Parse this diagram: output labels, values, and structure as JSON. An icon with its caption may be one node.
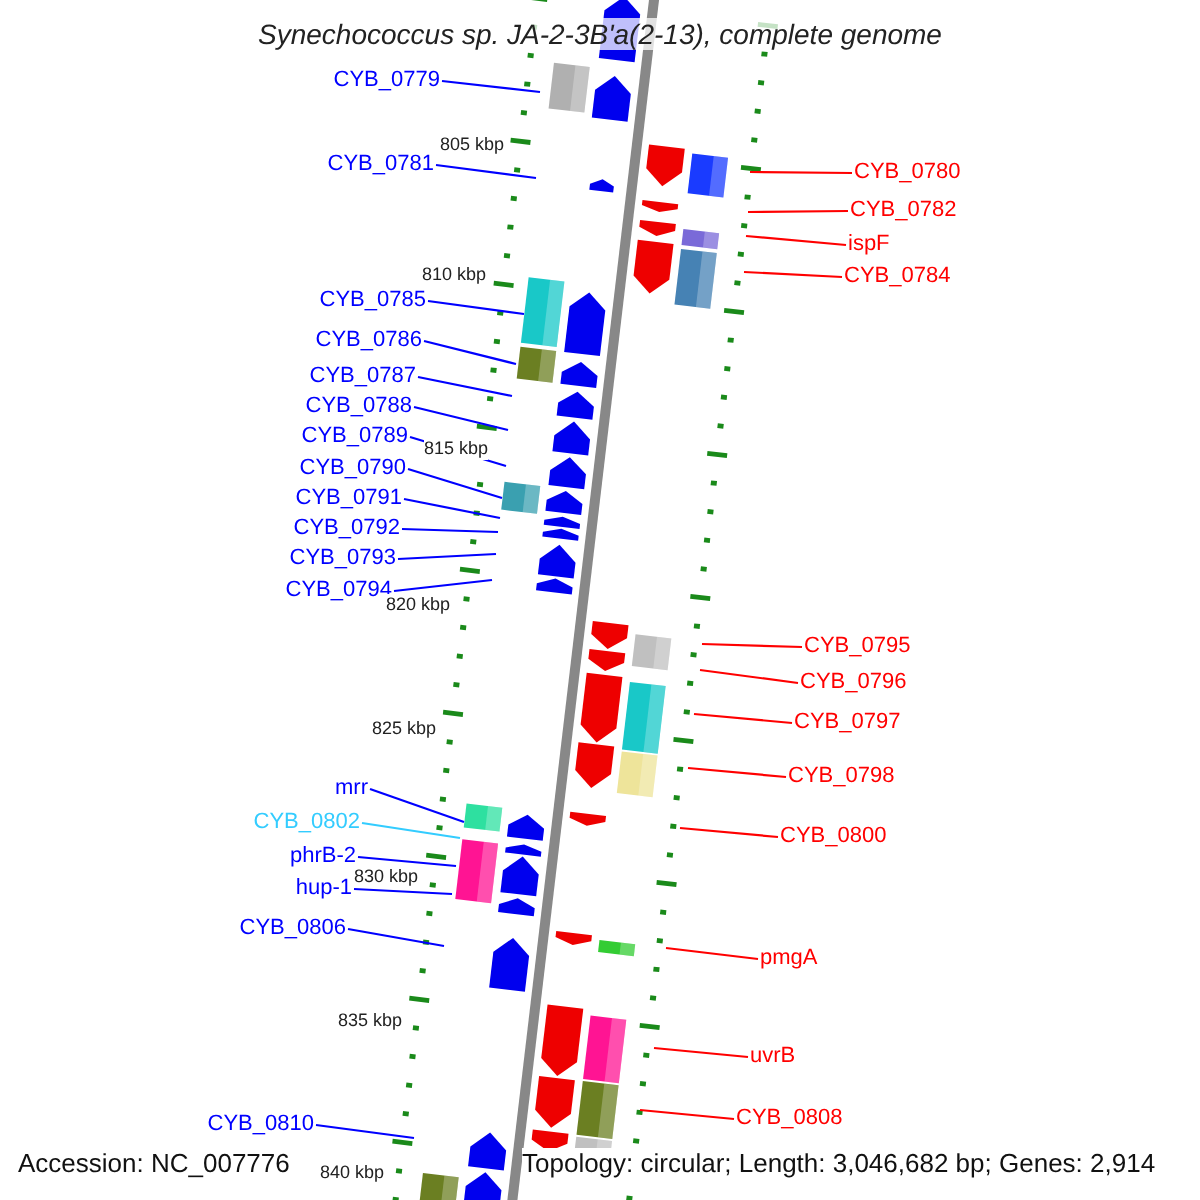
{
  "diagram": {
    "title": "Synechococcus sp. JA-2-3B'a(2-13), complete genome",
    "nodes": [
      {
        "text": [
          "CYB_0779"
        ]
      },
      {
        "text": [
          "CYB_0781"
        ]
      },
      {
        "text": [
          "CYB_0780"
        ]
      },
      {
        "text": [
          "CYB_0782"
        ]
      },
      {
        "text": [
          "ispF"
        ]
      },
      {
        "text": [
          "CYB_0784"
        ]
      },
      {
        "text": [
          "CYB_0785"
        ]
      },
      {
        "text": [
          "CYB_0786"
        ]
      },
      {
        "text": [
          "CYB_0787"
        ]
      },
      {
        "text": [
          "CYB_0788"
        ]
      },
      {
        "text": [
          "CYB_0789"
        ]
      },
      {
        "text": [
          "CYB_0790"
        ]
      },
      {
        "text": [
          "CYB_0791"
        ]
      },
      {
        "text": [
          "CYB_0792"
        ]
      },
      {
        "text": [
          "CYB_0793"
        ]
      },
      {
        "text": [
          "CYB_0794"
        ]
      },
      {
        "text": [
          "CYB_0795"
        ]
      },
      {
        "text": [
          "CYB_0796"
        ]
      },
      {
        "text": [
          "CYB_0797"
        ]
      },
      {
        "text": [
          "CYB_0798"
        ]
      },
      {
        "text": [
          "mrr"
        ]
      },
      {
        "text": [
          "CYB_0802"
        ]
      },
      {
        "text": [
          "CYB_0800"
        ]
      },
      {
        "text": [
          "phrB-2"
        ]
      },
      {
        "text": [
          "hup-1"
        ]
      },
      {
        "text": [
          "CYB_0806"
        ]
      },
      {
        "text": [
          "pmgA"
        ]
      },
      {
        "text": [
          "uvrB"
        ]
      },
      {
        "text": [
          "CYB_0808"
        ]
      },
      {
        "text": [
          "CYB_0810"
        ]
      }
    ],
    "edges": [
      {
        "from": 0,
        "to": null,
        "arrow": "none"
      },
      {
        "from": 1,
        "to": null,
        "arrow": "none"
      },
      {
        "from": 2,
        "to": null,
        "arrow": "none",
        "color": "#ff0000"
      },
      {
        "from": 3,
        "to": null,
        "arrow": "none",
        "color": "#ff0000"
      },
      {
        "from": 4,
        "to": null,
        "arrow": "none",
        "color": "#ff0000"
      },
      {
        "from": 5,
        "to": null,
        "arrow": "none",
        "color": "#ff0000"
      },
      {
        "from": 6,
        "to": null,
        "arrow": "none"
      },
      {
        "from": 7,
        "to": null,
        "arrow": "none"
      },
      {
        "from": 8,
        "to": null,
        "arrow": "none"
      },
      {
        "from": 9,
        "to": null,
        "arrow": "none"
      },
      {
        "from": 10,
        "to": null,
        "arrow": "none"
      },
      {
        "from": 11,
        "to": null,
        "arrow": "none"
      },
      {
        "from": 12,
        "to": null,
        "arrow": "none"
      },
      {
        "from": 13,
        "to": null,
        "arrow": "none"
      },
      {
        "from": 14,
        "to": null,
        "arrow": "none"
      },
      {
        "from": 15,
        "to": null,
        "arrow": "none"
      },
      {
        "from": 16,
        "to": null,
        "arrow": "none",
        "color": "#ff0000"
      },
      {
        "from": 17,
        "to": null,
        "arrow": "none",
        "color": "#ff0000"
      },
      {
        "from": 18,
        "to": null,
        "arrow": "none",
        "color": "#ff0000"
      },
      {
        "from": 19,
        "to": null,
        "arrow": "none",
        "color": "#ff0000"
      },
      {
        "from": 20,
        "to": null,
        "arrow": "none"
      },
      {
        "from": 21,
        "to": null,
        "arrow": "none",
        "color": "#33ccff"
      },
      {
        "from": 22,
        "to": null,
        "arrow": "none",
        "color": "#ff0000"
      },
      {
        "from": 23,
        "to": null,
        "arrow": "none"
      },
      {
        "from": 24,
        "to": null,
        "arrow": "none"
      },
      {
        "from": 25,
        "to": null,
        "arrow": "none"
      },
      {
        "from": 26,
        "to": null,
        "arrow": "none",
        "color": "#ff0000"
      },
      {
        "from": 27,
        "to": null,
        "arrow": "none",
        "color": "#ff0000"
      },
      {
        "from": 28,
        "to": null,
        "arrow": "none",
        "color": "#ff0000"
      },
      {
        "from": 29,
        "to": null,
        "arrow": "none"
      }
    ],
    "labels": [
      "805 kbp",
      "810 kbp",
      "815 kbp",
      "820 kbp",
      "825 kbp",
      "830 kbp",
      "835 kbp",
      "840 kbp",
      "Accession: NC_007776",
      "Topology: circular; Length: 3,046,682 bp; Genes: 2,914"
    ]
  }
}
